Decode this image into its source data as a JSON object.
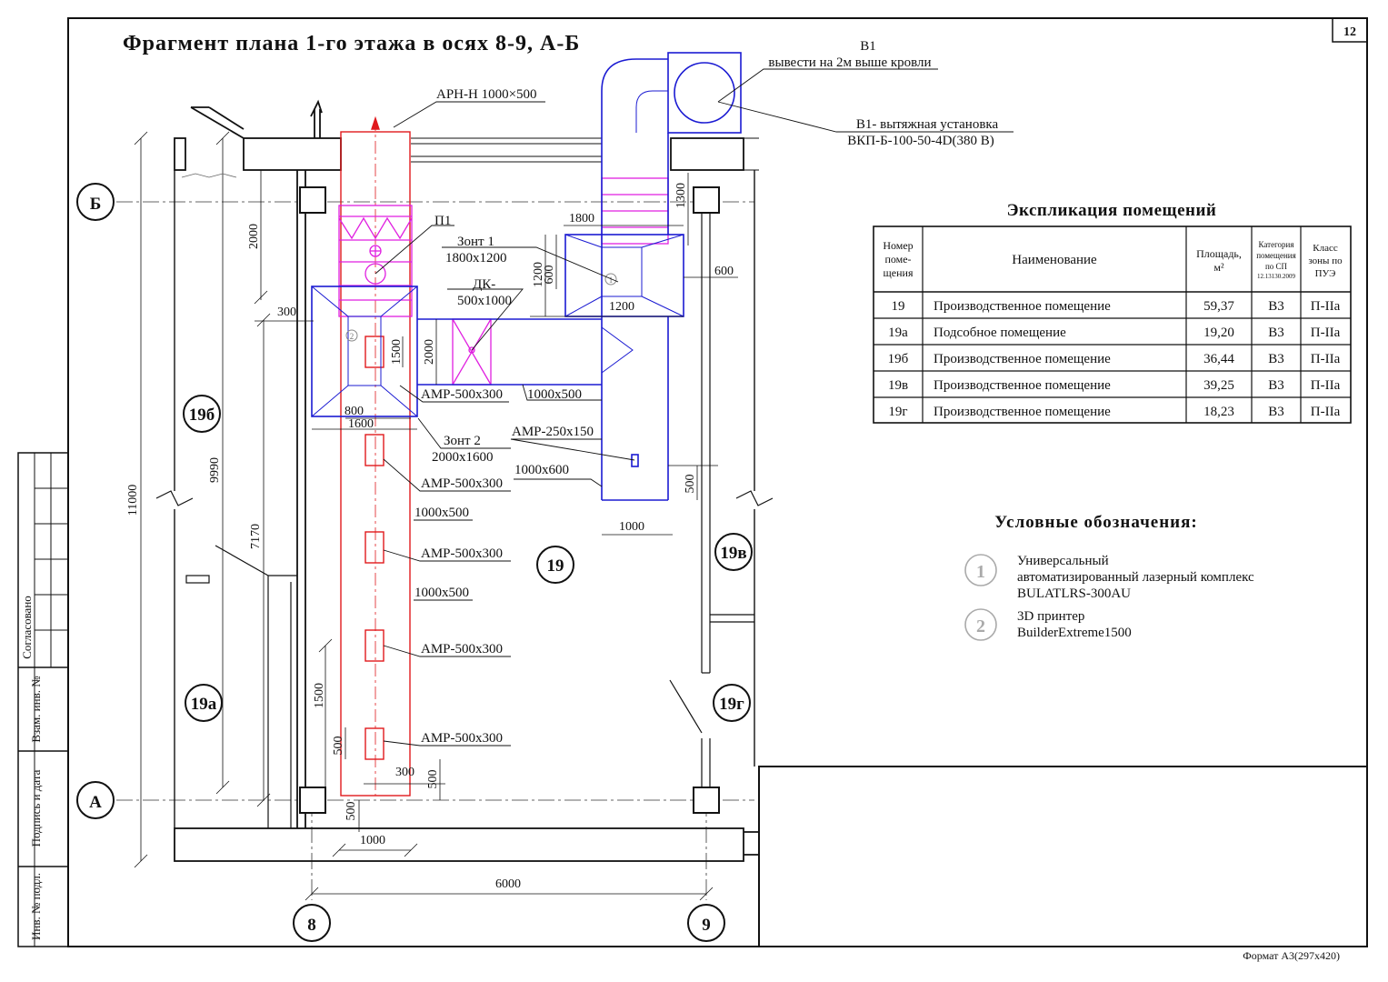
{
  "title": "Фрагмент плана 1-го этажа в осях 8-9, А-Б",
  "sheet_number": "12",
  "format_label": "Формат А3(297х420)",
  "side_stamp": [
    "Согласовано",
    "Взам. инв. №",
    "Подпись и дата",
    "Инв. № подл."
  ],
  "axes": {
    "b": "Б",
    "a": "А",
    "col8": "8",
    "col9": "9"
  },
  "rooms": [
    "19б",
    "19а",
    "19",
    "19в",
    "19г"
  ],
  "equipment_marks": [
    "1",
    "2"
  ],
  "callouts": {
    "v1_title": "В1",
    "v1_note": "вывести на 2м выше кровли",
    "v1_unit": "В1- вытяжная установка",
    "v1_model": "ВКП-Б-100-50-4D(380 В)",
    "arn": "АРН-Н 1000×500",
    "p1": "П1",
    "hood1": "Зонт 1",
    "hood1_size": "1800х1200",
    "dk": "ДК-",
    "dk_size": "500х1000",
    "hood2": "Зонт 2",
    "hood2_size": "2000х1600",
    "amr_a": "АМР-500х300",
    "amr_b": "АМР-500х300",
    "amr_c": "АМР-500х300",
    "amr_d": "АМР-500х300",
    "amr_e": "АМР-500х300",
    "amr_small": "АМР-250х150",
    "duct_a": "1000х500",
    "duct_b": "1000х500",
    "duct_c": "1000х500",
    "duct_d": "1000х600"
  },
  "dims": {
    "d11000": "11000",
    "d9990": "9990",
    "d7170": "7170",
    "d2000a": "2000",
    "d300a": "300",
    "d1800": "1800",
    "d1300": "1300",
    "d600a": "600",
    "d1200a": "1200",
    "d600b": "600",
    "d1200b": "1200",
    "d1500a": "1500",
    "d2000b": "2000",
    "d800": "800",
    "d1600": "1600",
    "d500a": "500",
    "d1000a": "1000",
    "d1500b": "1500",
    "d500b": "500",
    "d300b": "300",
    "d500c": "500",
    "d500d": "500",
    "d1000b": "1000",
    "d6000": "6000"
  },
  "explication": {
    "title": "Экспликация помещений",
    "headers": {
      "num": [
        "Номер",
        "поме-",
        "щения"
      ],
      "name": "Наименование",
      "area": [
        "Площадь,",
        "м²"
      ],
      "cat": [
        "Категория",
        "помещения",
        "по СП",
        "12.13130.2009"
      ],
      "cls": [
        "Класс",
        "зоны по",
        "ПУЭ"
      ]
    },
    "rows": [
      [
        "19",
        "Производственное помещение",
        "59,37",
        "В3",
        "П-IIа"
      ],
      [
        "19а",
        "Подсобное помещение",
        "19,20",
        "В3",
        "П-IIа"
      ],
      [
        "19б",
        "Производственное помещение",
        "36,44",
        "В3",
        "П-IIа"
      ],
      [
        "19в",
        "Производственное помещение",
        "39,25",
        "В3",
        "П-IIа"
      ],
      [
        "19г",
        "Производственное помещение",
        "18,23",
        "В3",
        "П-IIа"
      ]
    ]
  },
  "legend": {
    "title": "Условные обозначения:",
    "items": [
      {
        "mark": "1",
        "lines": [
          "Универсальный",
          "автоматизированный лазерный комплекс",
          "BULATLRS-300AU"
        ]
      },
      {
        "mark": "2",
        "lines": [
          "3D принтер",
          "BuilderExtreme1500"
        ]
      }
    ]
  },
  "colors": {
    "red": "#e0191c",
    "blue": "#1b1bd2",
    "magenta": "#e01fe0",
    "line": "#111111"
  }
}
